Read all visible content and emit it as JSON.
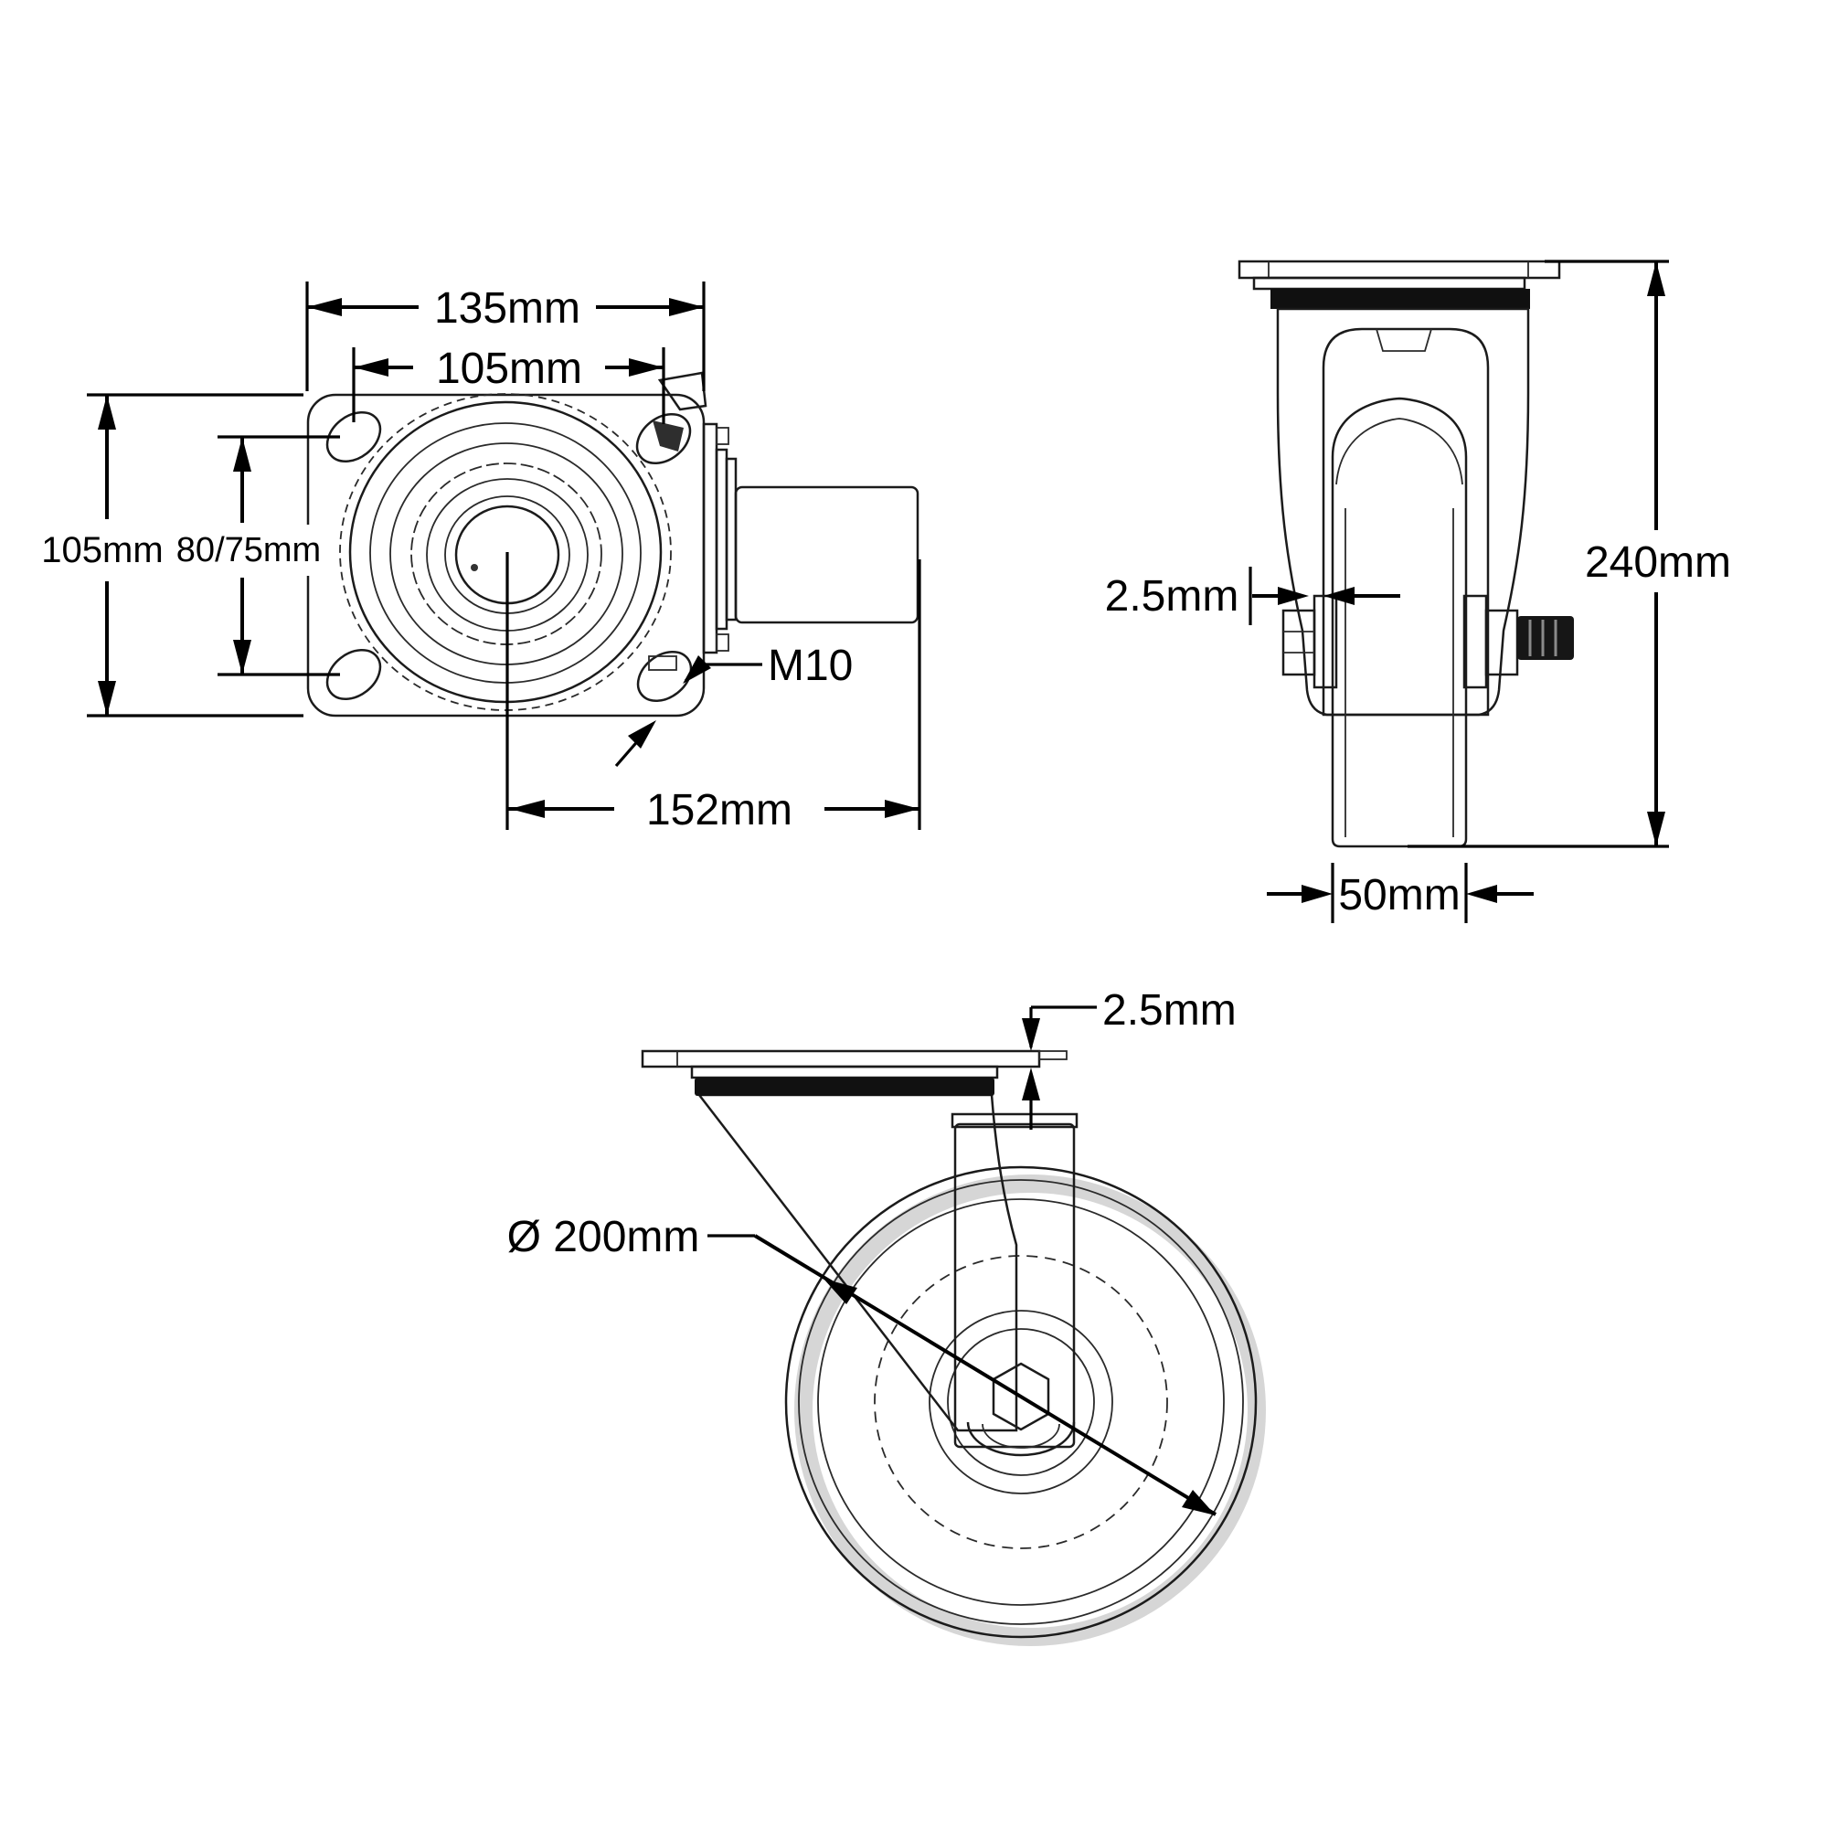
{
  "drawing": {
    "type": "caster-technical-drawing",
    "colors": {
      "line": "#000000",
      "metal_light": "#e9e9e9",
      "seal_band": "#111111",
      "shadow": "#d6d6d6"
    },
    "top_view": {
      "plate_width": "135mm",
      "bolt_hole_spacing_width": "105mm",
      "plate_depth": "105mm",
      "bolt_hole_spacing_depth": "80/75mm",
      "swivel_offset": "152mm",
      "bolt_thread": "M10"
    },
    "side_view": {
      "fork_thickness": "2.5mm",
      "overall_height": "240mm",
      "wheel_width": "50mm"
    },
    "swivel_view": {
      "plate_thickness": "2.5mm",
      "wheel_diameter": "Ø 200mm"
    }
  }
}
